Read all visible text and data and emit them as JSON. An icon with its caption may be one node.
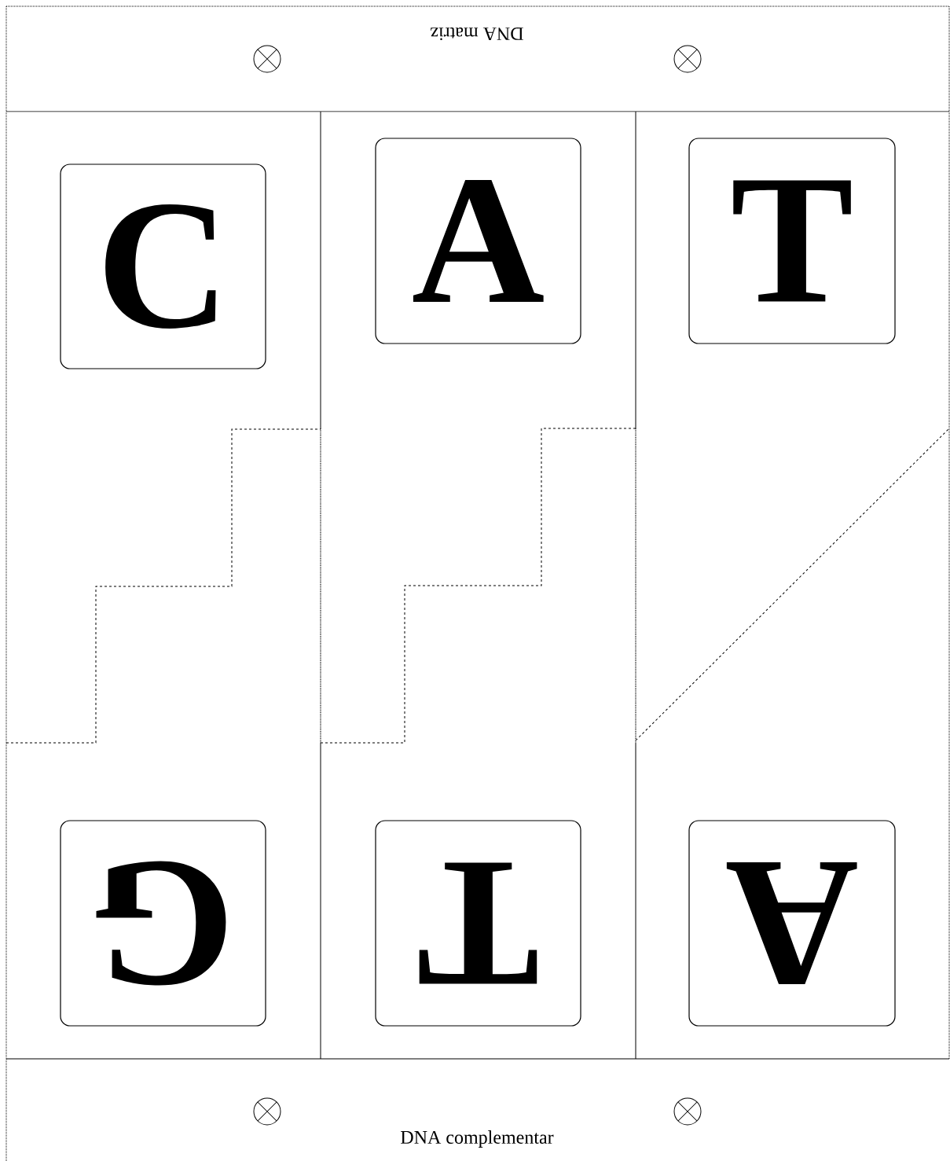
{
  "diagram": {
    "nodes": [
      {
        "text": [
          "C"
        ]
      },
      {
        "text": [
          "A"
        ]
      },
      {
        "text": [
          "T"
        ]
      },
      {
        "text": [
          "G"
        ]
      },
      {
        "text": [
          "T"
        ]
      },
      {
        "text": [
          "A"
        ]
      }
    ],
    "labels": [
      "DNA matriz",
      "DNA complementar"
    ]
  }
}
